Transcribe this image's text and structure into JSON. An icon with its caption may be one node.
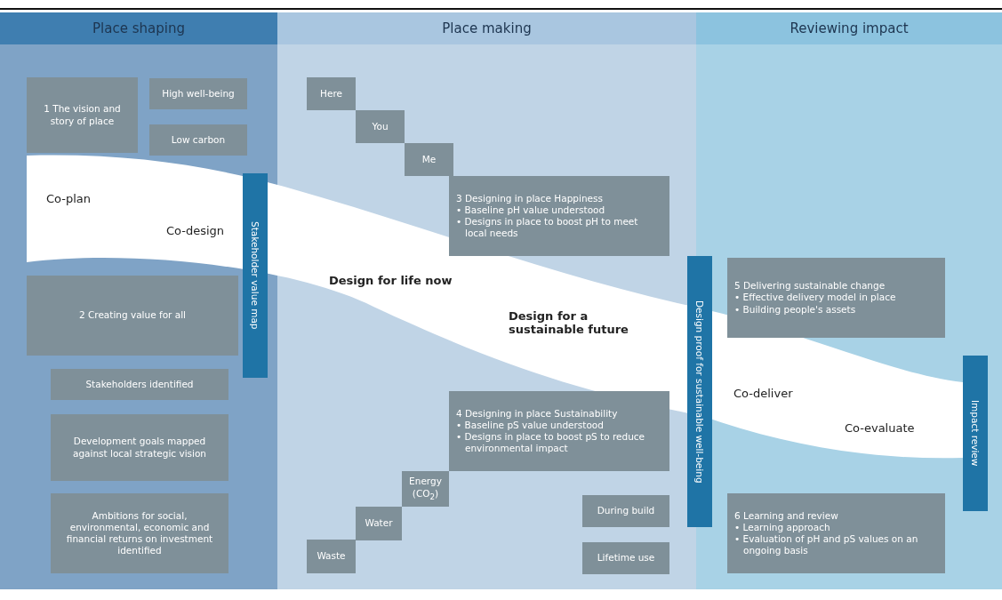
{
  "diagram": {
    "nodes": [
      {
        "text": [
          "Place shaping"
        ]
      },
      {
        "text": [
          "1 The vision and story of place"
        ],
        "in": 0
      },
      {
        "text": [
          "High well-being"
        ],
        "in": 0
      },
      {
        "text": [
          "Low carbon"
        ],
        "in": 0
      },
      {
        "text": [
          "2 Creating value for all"
        ],
        "in": 0
      },
      {
        "text": [
          "Stakeholders identified"
        ],
        "in": 0
      },
      {
        "text": [
          "Development goals mapped against local strategic vision"
        ],
        "in": 0
      },
      {
        "text": [
          "Ambitions for social, environmental, economic and financial returns on investment identified"
        ],
        "in": 0
      },
      {
        "text": [
          "Stakeholder value map"
        ],
        "in": 0
      },
      {
        "text": [
          "Place making"
        ]
      },
      {
        "text": [
          "Here"
        ],
        "in": 9
      },
      {
        "text": [
          "You"
        ],
        "in": 9
      },
      {
        "text": [
          "Me"
        ],
        "in": 9
      },
      {
        "text": [
          "3 Designing in place Happiness",
          "• Baseline pH value understood",
          "• Designs in place to boost pH to meet local needs"
        ],
        "in": 9
      },
      {
        "text": [
          "4 Designing in place Sustainability",
          "• Baseline pS value understood",
          "• Designs in place to boost pS to reduce environmental impact"
        ],
        "in": 9
      },
      {
        "text": [
          "Energy (CO$_{2}$)"
        ],
        "in": 9
      },
      {
        "text": [
          "Water"
        ],
        "in": 9
      },
      {
        "text": [
          "Waste"
        ],
        "in": 9
      },
      {
        "text": [
          "During build"
        ],
        "in": 9
      },
      {
        "text": [
          "Lifetime use"
        ],
        "in": 9
      },
      {
        "text": [
          "Design proof for sustainable well-being"
        ]
      },
      {
        "text": [
          "Reviewing impact"
        ]
      },
      {
        "text": [
          "5 Delivering sustainable change",
          "• Effective delivery model in place",
          "• Building people's assets"
        ],
        "in": 21
      },
      {
        "text": [
          "6 Learning and review",
          "• Learning approach",
          "• Evaluation of pH and pS values on an ongoing basis"
        ],
        "in": 21
      },
      {
        "text": [
          "Impact review"
        ],
        "in": 21
      }
    ],
    "edges": [],
    "labels": [
      "Co-plan",
      "Co-design",
      "Design for life now",
      "Design for a sustainable future",
      "Co-deliver",
      "Co-evaluate"
    ]
  }
}
